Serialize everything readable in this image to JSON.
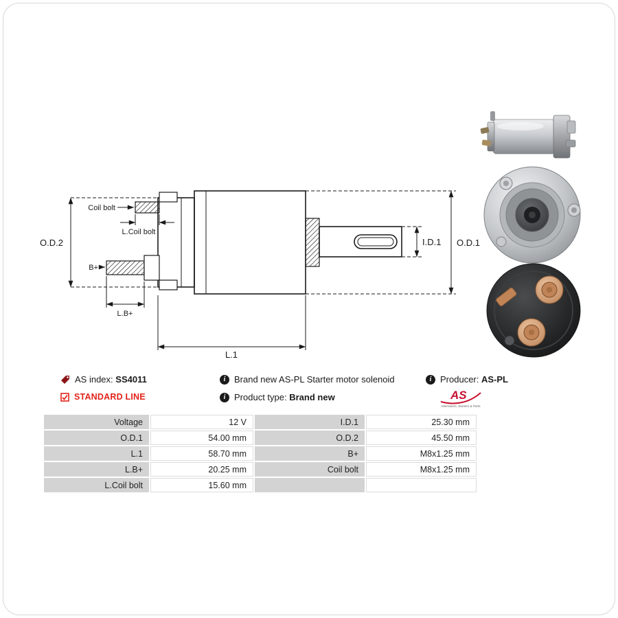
{
  "diagram": {
    "labels": {
      "od2": "O.D.2",
      "coil_bolt": "Coil bolt",
      "l_coil_bolt": "L.Coil bolt",
      "b_plus": "B+",
      "l_b_plus": "L.B+",
      "l1": "L.1",
      "id1": "I.D.1",
      "od1": "O.D.1"
    }
  },
  "info": {
    "as_index": {
      "label": "AS index:",
      "value": "SS4011"
    },
    "standard_line": "STANDARD LINE",
    "title": "Brand new AS-PL Starter motor solenoid",
    "product_type": {
      "label": "Product type:",
      "value": "Brand new"
    },
    "producer": {
      "label": "Producer:",
      "value": "AS-PL"
    },
    "logo": {
      "text": "AS",
      "subtext": "Alternators, Starters & Parts"
    }
  },
  "specs": {
    "rows": [
      {
        "label_left": "Voltage",
        "value_left": "12 V",
        "label_right": "I.D.1",
        "value_right": "25.30 mm"
      },
      {
        "label_left": "O.D.1",
        "value_left": "54.00 mm",
        "label_right": "O.D.2",
        "value_right": "45.50 mm"
      },
      {
        "label_left": "L.1",
        "value_left": "58.70 mm",
        "label_right": "B+",
        "value_right": "M8x1.25 mm"
      },
      {
        "label_left": "L.B+",
        "value_left": "20.25 mm",
        "label_right": "Coil bolt",
        "value_right": "M8x1.25 mm"
      },
      {
        "label_left": "L.Coil bolt",
        "value_left": "15.60 mm",
        "label_right": "",
        "value_right": ""
      }
    ]
  },
  "colors": {
    "accent_red": "#e2231a",
    "logo_red": "#c8102e",
    "table_label_bg": "#d3d3d3",
    "line_color": "#1a1a1a"
  }
}
